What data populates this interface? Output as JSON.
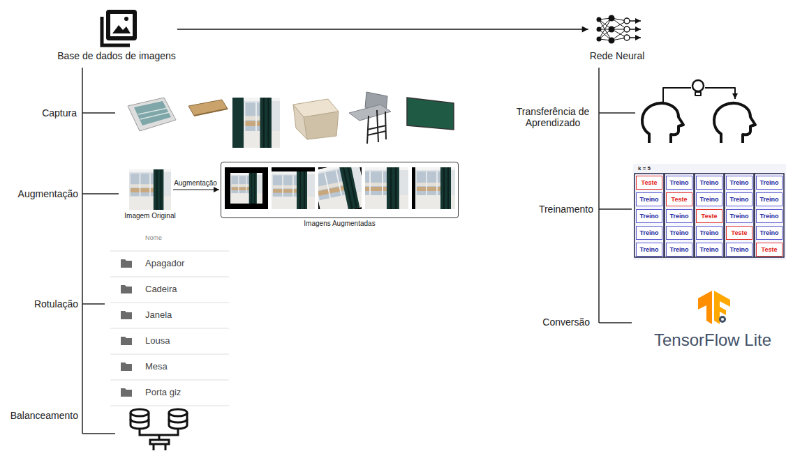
{
  "diagram": {
    "nodes": [
      {
        "text": [
          "Base de dados de imagens"
        ]
      },
      {
        "text": [
          "Rede Neural"
        ]
      },
      {
        "text": [
          "Imagens Augmentadas"
        ]
      }
    ],
    "edges": [
      {
        "from": 0,
        "to": 1,
        "arrow": "to"
      }
    ],
    "labels": [
      "Captura",
      "Augmentação",
      "Rotulação",
      "Balanceamento",
      "Augmentação",
      "Imagem Original",
      "Nome",
      "Apagador",
      "Cadeira",
      "Janela",
      "Lousa",
      "Mesa",
      "Porta giz",
      "Transferência de Aprendizado",
      "Treinamento",
      "Conversão",
      "k = 5",
      "Teste",
      "Treino",
      "Treino",
      "Treino",
      "Treino",
      "Treino",
      "Teste",
      "Treino",
      "Treino",
      "Treino",
      "Treino",
      "Treino",
      "Teste",
      "Treino",
      "Treino",
      "Treino",
      "Treino",
      "Treino",
      "Teste",
      "Treino",
      "Treino",
      "Treino",
      "Treino",
      "Treino",
      "Teste",
      "TensorFlow Lite"
    ]
  }
}
